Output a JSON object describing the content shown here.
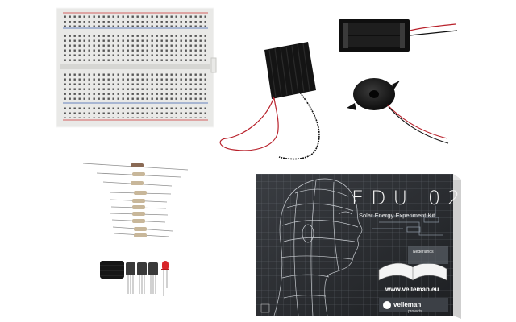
{
  "kit_box": {
    "title": "EDU 02",
    "subtitle": "Solar Energy Experiment Kit",
    "website": "www.velleman.eu",
    "brand": "velleman",
    "brand_sub": "projects",
    "lang_label": "Nederlands"
  },
  "colors": {
    "background": "#ffffff",
    "box_dark": "#2b2d31",
    "breadboard": "#e9e9e7",
    "led_red": "#d8262a",
    "wire_red": "#b8202a"
  }
}
